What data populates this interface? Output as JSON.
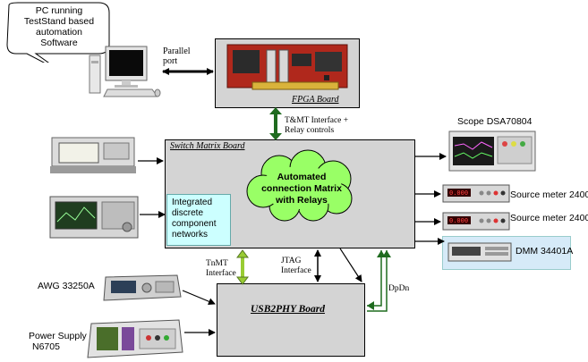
{
  "pc": {
    "bubble_lines": [
      "PC running",
      "TestStand based",
      "automation",
      "Software"
    ]
  },
  "labels": {
    "parallel_port": [
      "Parallel",
      "port"
    ],
    "fpga_board": "FPGA Board",
    "tmt_relay": [
      "T&MT Interface +",
      "Relay controls"
    ],
    "switch_matrix_board": "Switch Matrix Board",
    "cloud": [
      "Automated",
      "connection Matrix",
      "with Relays"
    ],
    "integrated": [
      "Integrated",
      "discrete",
      "component",
      "networks"
    ],
    "scope": "Scope DSA70804",
    "source_meter_1": "Source meter 2400",
    "source_meter_2": "Source meter 2400",
    "dmm": "DMM 34401A",
    "awg": "AWG 33250A",
    "power_supply": [
      "Power Supply",
      "N6705"
    ],
    "tnmt": [
      "TnMT",
      "Interface"
    ],
    "jtag": [
      "JTAG",
      "Interface"
    ],
    "dpdn": "DpDn",
    "usb2phy_board": "USB2PHY Board"
  },
  "colors": {
    "board_fill": "#d4d4d4",
    "cloud_fill": "#99ff66",
    "integrated_fill": "#ccffff",
    "green_arrow": "#1f6b1f",
    "lime_arrow": "#99cc33",
    "pcb_red": "#b0281c"
  }
}
